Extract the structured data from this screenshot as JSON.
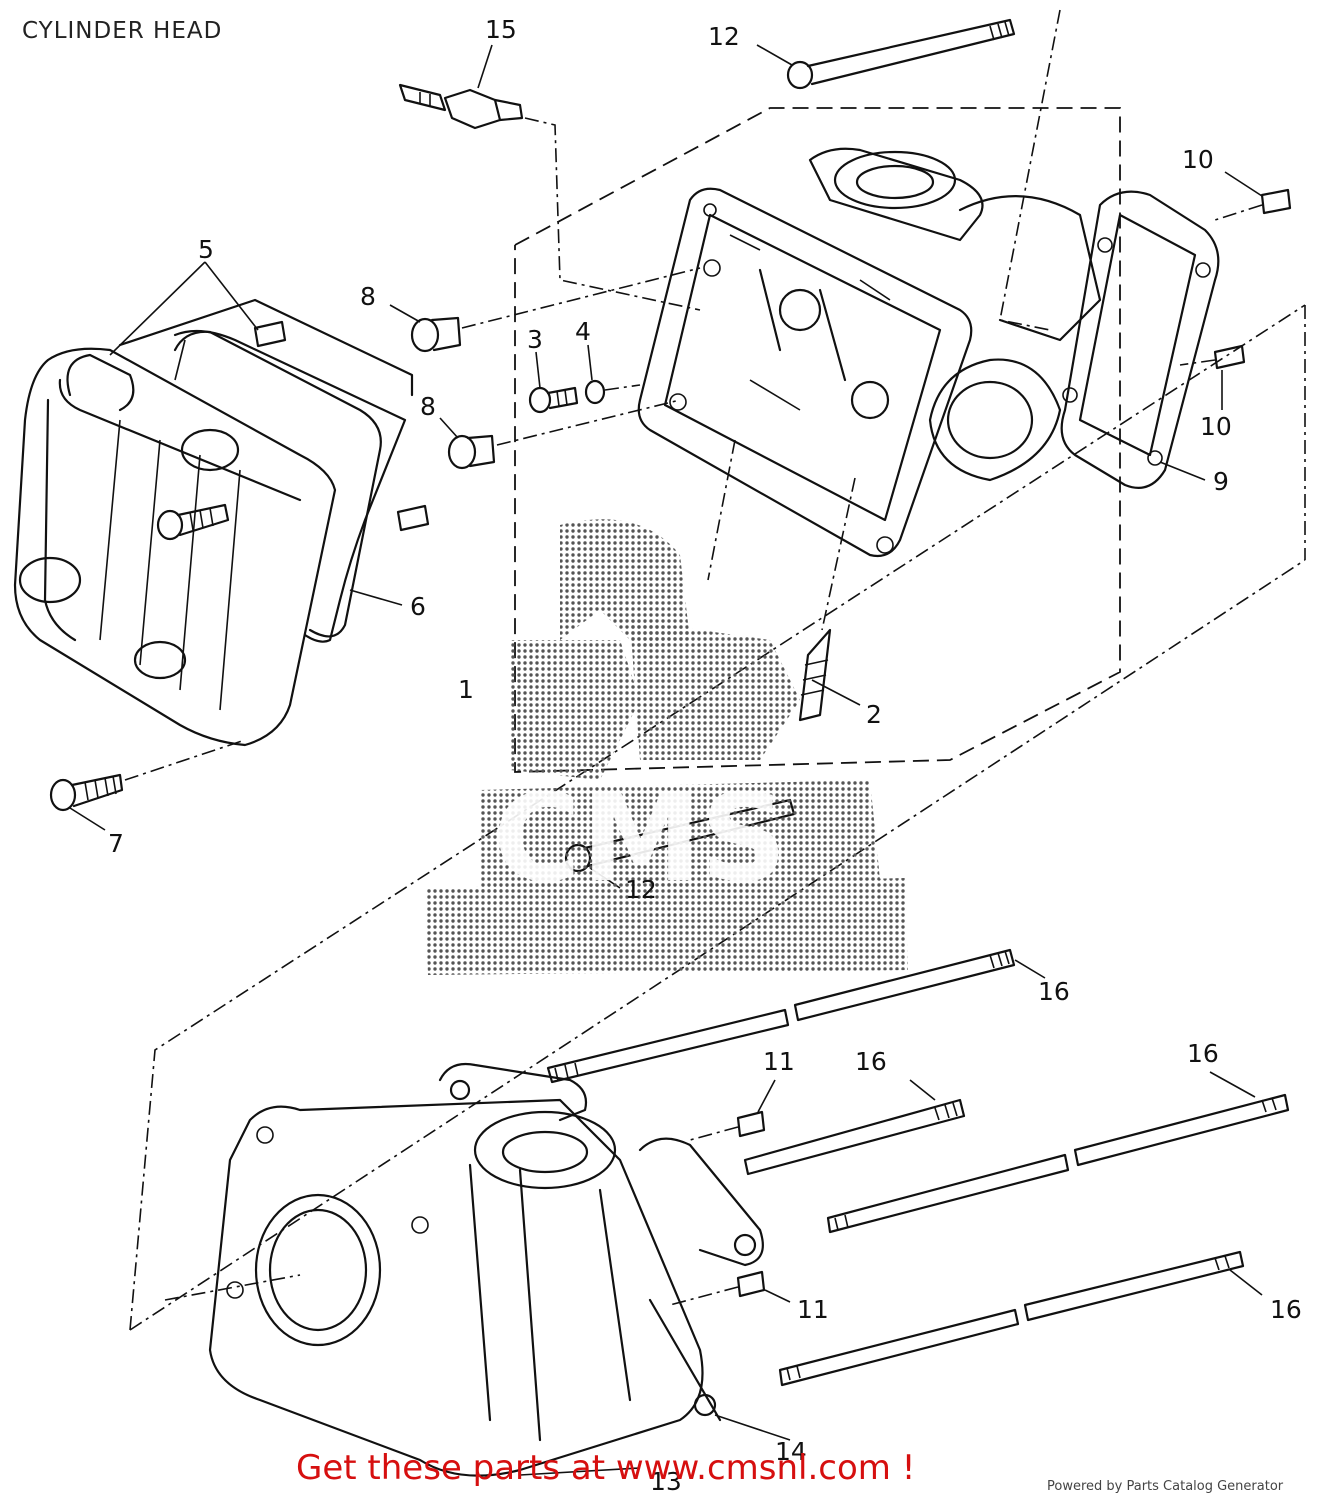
{
  "title": "CYLINDER HEAD",
  "callouts": [
    {
      "id": "c15",
      "text": "15"
    },
    {
      "id": "c12a",
      "text": "12"
    },
    {
      "id": "c10a",
      "text": "10"
    },
    {
      "id": "c5",
      "text": "5"
    },
    {
      "id": "c8a",
      "text": "8"
    },
    {
      "id": "c3",
      "text": "3"
    },
    {
      "id": "c4",
      "text": "4"
    },
    {
      "id": "c8b",
      "text": "8"
    },
    {
      "id": "c10b",
      "text": "10"
    },
    {
      "id": "c9",
      "text": "9"
    },
    {
      "id": "c6",
      "text": "6"
    },
    {
      "id": "c1",
      "text": "1"
    },
    {
      "id": "c2",
      "text": "2"
    },
    {
      "id": "c7",
      "text": "7"
    },
    {
      "id": "c12b",
      "text": "12"
    },
    {
      "id": "c16a",
      "text": "16"
    },
    {
      "id": "c11a",
      "text": "11"
    },
    {
      "id": "c16b",
      "text": "16"
    },
    {
      "id": "c16c",
      "text": "16"
    },
    {
      "id": "c11b",
      "text": "11"
    },
    {
      "id": "c16d",
      "text": "16"
    },
    {
      "id": "c14",
      "text": "14"
    },
    {
      "id": "c13",
      "text": "13"
    }
  ],
  "watermark": {
    "text": "CMS"
  },
  "footer": {
    "promo": "Get these parts at www.cmsnl.com !",
    "powered": "Powered by Parts Catalog Generator"
  },
  "colors": {
    "promo": "#d60f0f",
    "lines": "#111111",
    "watermark": "#555555"
  }
}
